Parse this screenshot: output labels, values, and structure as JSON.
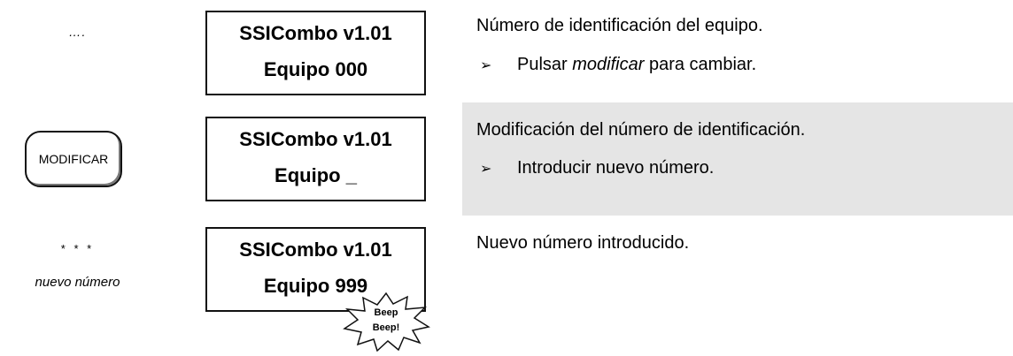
{
  "rows": [
    {
      "left_text": "….",
      "lcd_line1": "SSICombo v1.01",
      "lcd_line2": "Equipo 000",
      "desc_title": "Número de identificación del equipo.",
      "bullet_pre": "Pulsar ",
      "bullet_em": "modificar",
      "bullet_post": " para cambiar."
    },
    {
      "button_label": "MODIFICAR",
      "lcd_line1": "SSICombo v1.01",
      "lcd_line2": "Equipo _",
      "desc_title": "Modificación del número de identificación.",
      "bullet": "Introducir nuevo número."
    },
    {
      "stars": "* * *",
      "caption": "nuevo número",
      "lcd_line1": "SSICombo v1.01",
      "lcd_line2": "Equipo 999",
      "desc_title": "Nuevo número introducido.",
      "burst_line1": "Beep",
      "burst_line2": "Beep!"
    }
  ],
  "bullet_glyph": "➢",
  "shade_color": "#e5e5e5"
}
